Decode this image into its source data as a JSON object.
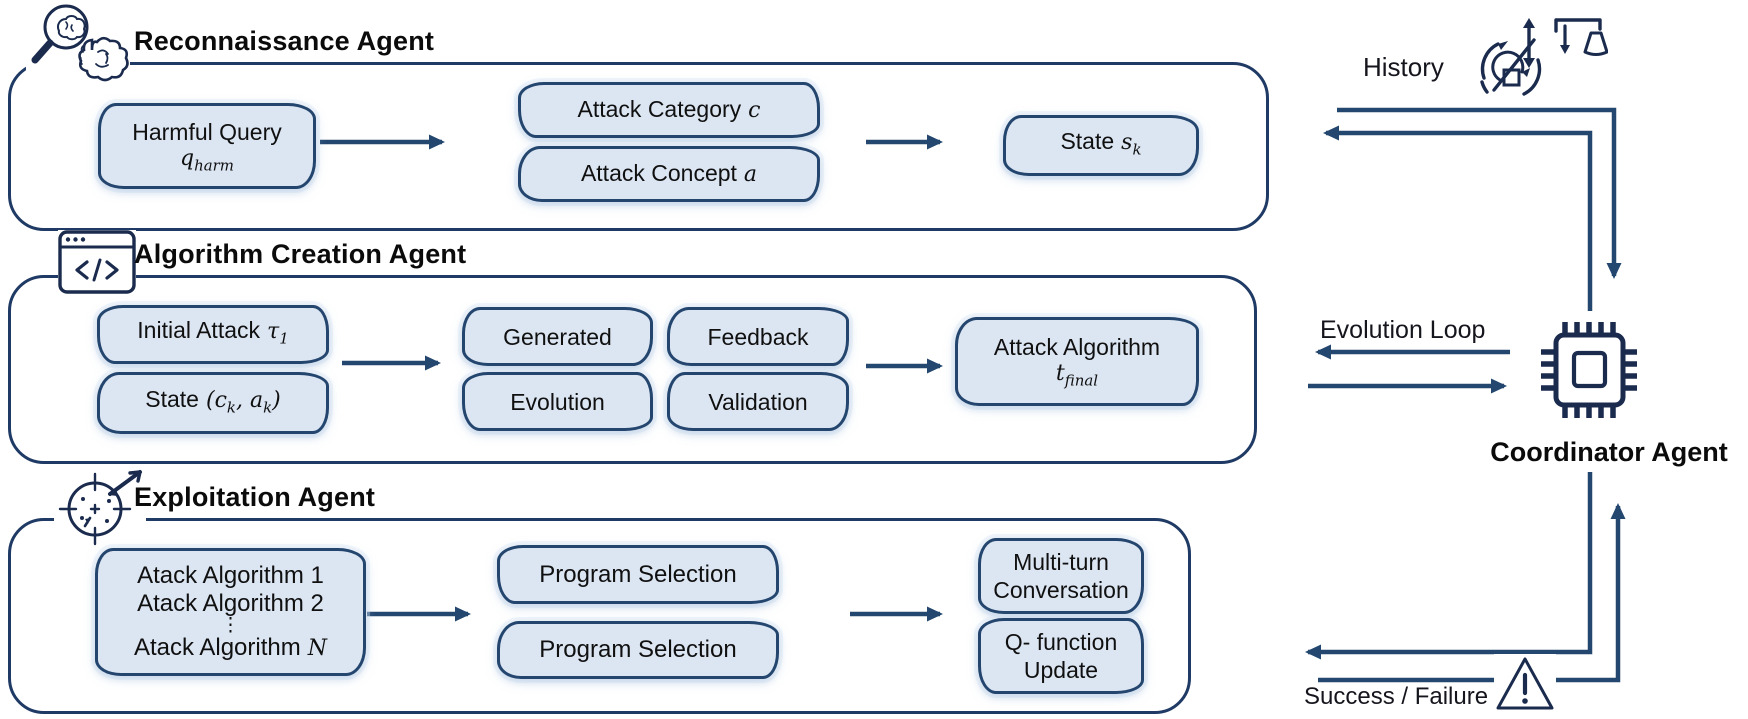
{
  "colors": {
    "container_border": "#1f3a64",
    "box_fill": "#dce6f3",
    "box_border": "#24466e",
    "arrow": "#24476f",
    "icon_stroke": "#1b2b4e",
    "text": "#0d0d0d"
  },
  "recon": {
    "title": "Reconnaissance Agent",
    "harmful_query_label": "Harmful Query",
    "harmful_query_var": "q",
    "harmful_query_sub": "harm",
    "category_label": "Attack Category",
    "category_var": "c",
    "concept_label": "Attack Concept",
    "concept_var": "a",
    "state_label": "State",
    "state_var": "s",
    "state_sub": "k"
  },
  "algo": {
    "title": "Algorithm Creation Agent",
    "initial_label": "Initial Attack",
    "initial_var": "τ",
    "initial_sub": "1",
    "state_label": "State",
    "state_p1": "(c",
    "state_s1": "k",
    "state_p2": ", a",
    "state_s2": "k",
    "state_p3": ")",
    "generated": "Generated",
    "feedback": "Feedback",
    "evolution": "Evolution",
    "validation": "Validation",
    "final_label": "Attack Algorithm",
    "final_var": "t",
    "final_sub": "final"
  },
  "exploit": {
    "title": "Exploitation Agent",
    "list_line1": "Atack Algorithm 1",
    "list_line2": "Atack Algorithm 2",
    "list_dots": "⋮",
    "list_line4_label": "Atack Algorithm",
    "list_line4_var": "N",
    "program_selection_1": "Program Selection",
    "program_selection_2": "Program Selection",
    "multiturn_line1": "Multi-turn",
    "multiturn_line2": "Conversation",
    "qfunc_line1": "Q- function",
    "qfunc_line2": "Update"
  },
  "coordinator": {
    "label": "Coordinator Agent",
    "history_label": "History",
    "evolution_loop_label": "Evolution Loop",
    "success_failure_label": "Success / Failure"
  }
}
